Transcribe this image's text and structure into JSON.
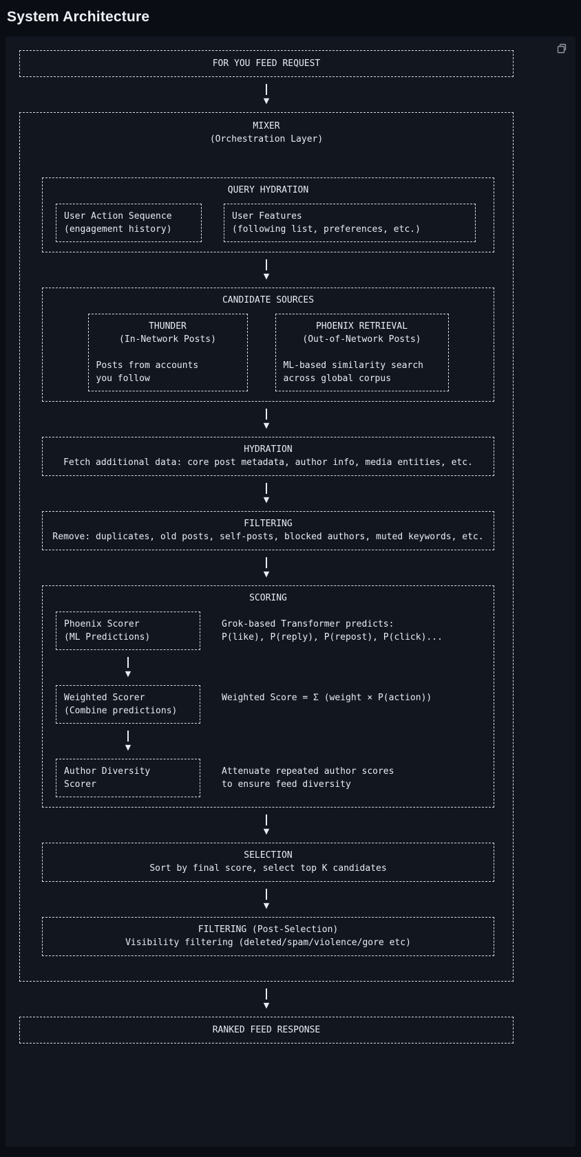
{
  "page": {
    "title": "System Architecture"
  },
  "panel": {
    "copy_icon": "copy-icon"
  },
  "colors": {
    "page_background": "#0a0e14",
    "panel_background": "#12161f",
    "text": "#e6edf3",
    "border": "#d6dde6",
    "icon": "#9198a1"
  },
  "connector": {
    "arrow": "▼"
  },
  "diagram": {
    "request": {
      "title": "FOR YOU FEED REQUEST"
    },
    "mixer": {
      "title": "MIXER",
      "subtitle": "(Orchestration Layer)",
      "query_hydration": {
        "title": "QUERY HYDRATION",
        "user_action_sequence": {
          "lines": [
            "User Action Sequence",
            "(engagement history)"
          ]
        },
        "user_features": {
          "lines": [
            "User Features",
            "(following list, preferences, etc.)"
          ]
        }
      },
      "candidate_sources": {
        "title": "CANDIDATE SOURCES",
        "thunder": {
          "lines": [
            "THUNDER",
            "(In-Network Posts)",
            "",
            "Posts from accounts",
            "you follow"
          ]
        },
        "phoenix_retrieval": {
          "lines": [
            "PHOENIX RETRIEVAL",
            "(Out-of-Network Posts)",
            "",
            "ML-based similarity search",
            "across global corpus"
          ]
        }
      },
      "hydration": {
        "title": "HYDRATION",
        "body": "Fetch additional data: core post metadata, author info, media entities, etc."
      },
      "filtering": {
        "title": "FILTERING",
        "body": "Remove: duplicates, old posts, self-posts, blocked authors, muted keywords, etc."
      },
      "scoring": {
        "title": "SCORING",
        "steps": [
          {
            "box": [
              "Phoenix Scorer",
              "(ML Predictions)"
            ],
            "note": [
              "Grok-based Transformer predicts:",
              "P(like), P(reply), P(repost), P(click)..."
            ]
          },
          {
            "box": [
              "Weighted Scorer",
              "(Combine predictions)"
            ],
            "note": [
              "Weighted Score = Σ (weight × P(action))"
            ]
          },
          {
            "box": [
              "Author Diversity",
              "Scorer"
            ],
            "note": [
              "Attenuate repeated author scores",
              "to ensure feed diversity"
            ]
          }
        ]
      },
      "selection": {
        "title": "SELECTION",
        "body": "Sort by final score, select top K candidates"
      },
      "post_selection_filtering": {
        "title": "FILTERING (Post-Selection)",
        "body": "Visibility filtering (deleted/spam/violence/gore etc)"
      }
    },
    "response": {
      "title": "RANKED FEED RESPONSE"
    }
  }
}
